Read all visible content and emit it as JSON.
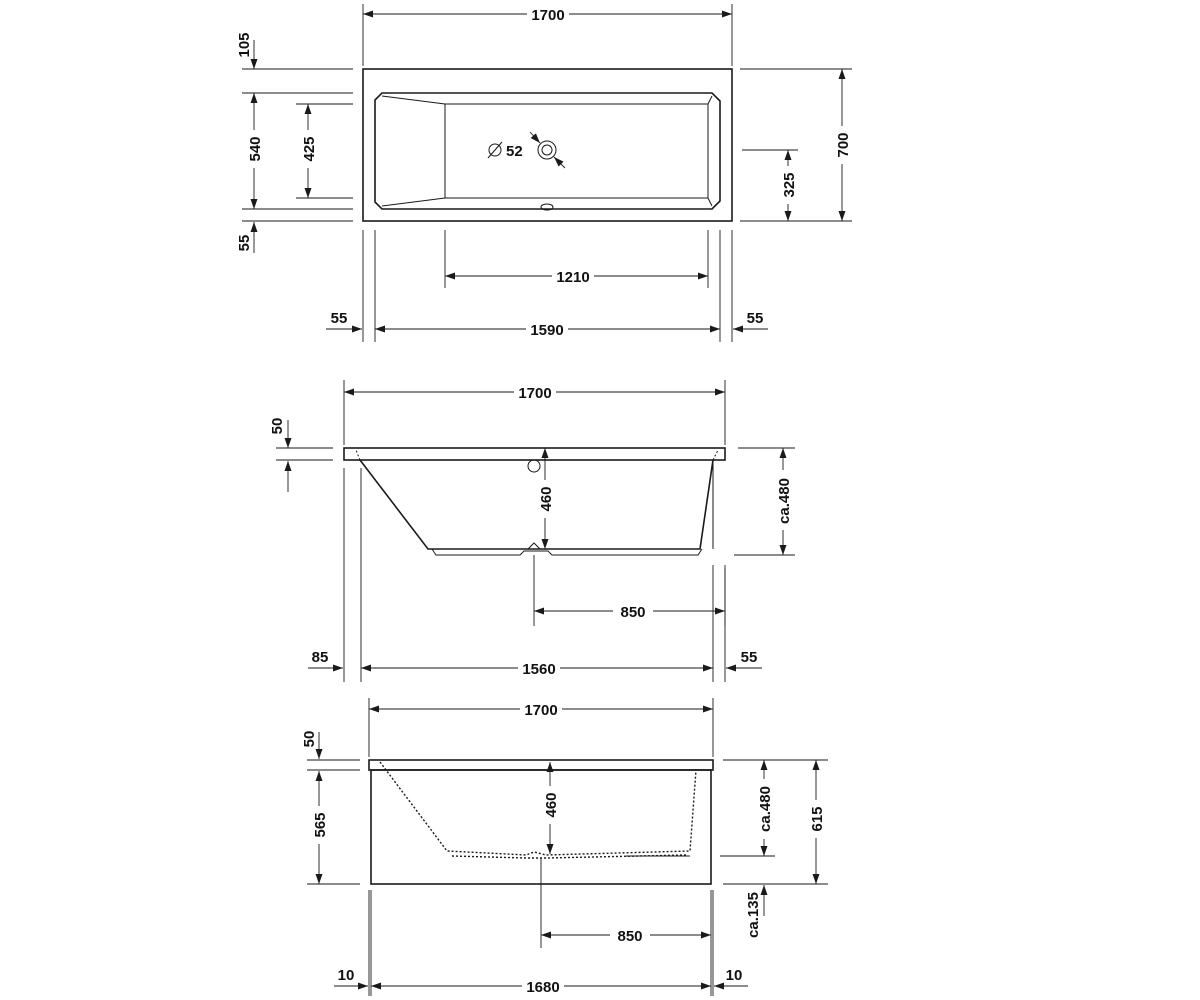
{
  "colors": {
    "line": "#1a1a1a",
    "background": "#ffffff"
  },
  "top_view": {
    "overall_length": "1700",
    "overall_width": "700",
    "rim_top": "105",
    "inner_width": "540",
    "floor_width": "425",
    "rim_bottom": "55",
    "drain_offset": "325",
    "floor_length": "1210",
    "inner_length": "1590",
    "rim_left": "55",
    "rim_right": "55",
    "drain_diameter": "52"
  },
  "side_view": {
    "overall_length": "1700",
    "rim_height": "50",
    "inner_depth": "460",
    "total_depth": "ca.480",
    "drain_distance": "850",
    "offset_left": "85",
    "inner_length": "1560",
    "offset_right": "55"
  },
  "panel_view": {
    "overall_length": "1700",
    "rim_height": "50",
    "panel_height": "565",
    "inner_depth": "460",
    "total_depth": "ca.480",
    "overall_height": "615",
    "foot_height": "ca.135",
    "drain_distance": "850",
    "offset_left": "10",
    "inner_length": "1680",
    "offset_right": "10"
  }
}
